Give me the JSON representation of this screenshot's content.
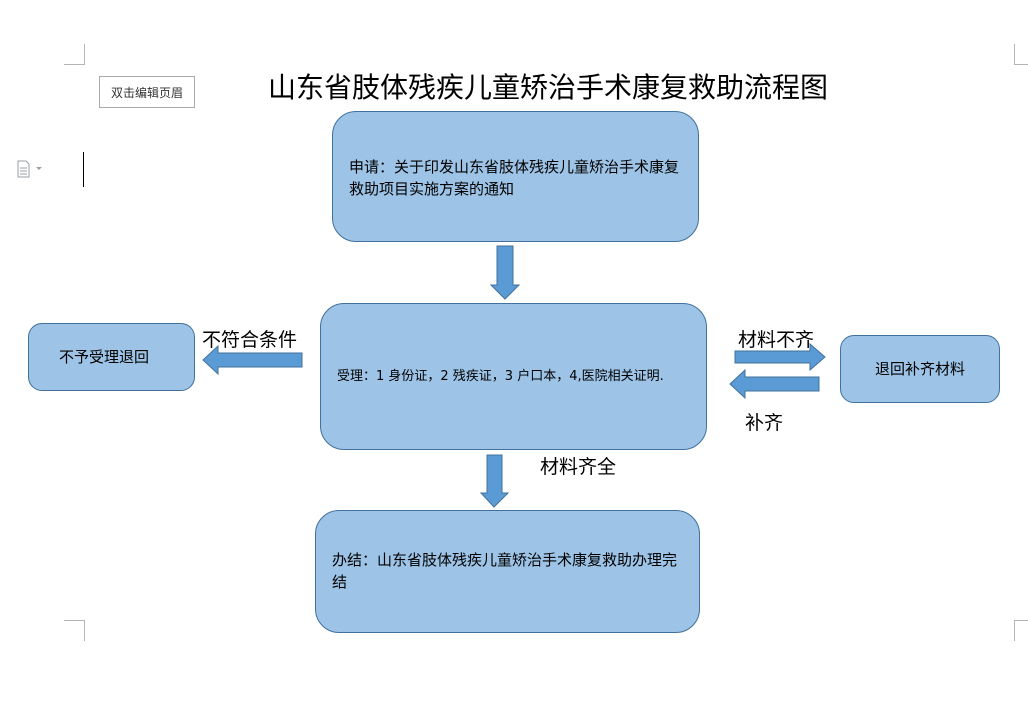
{
  "editor": {
    "header_button_label": "双击编辑页眉",
    "doc_icon": "document-icon"
  },
  "title": "山东省肢体残疾儿童矫治手术康复救助流程图",
  "nodes": {
    "apply": "申请：关于印发山东省肢体残疾儿童矫治手术康复救助项目实施方案的通知",
    "accept": "受理：1 身份证，2 残疾证，3 户口本，4,医院相关证明.",
    "done": "办结：山东省肢体残疾儿童矫治手术康复救助办理完结",
    "reject": "不予受理退回",
    "return": "退回补齐材料"
  },
  "edges": {
    "not_meet": "不符合条件",
    "incomplete": "材料不齐",
    "supplement": "补齐",
    "complete": "材料齐全"
  },
  "colors": {
    "box_fill": "#9dc3e6",
    "box_border": "#41719c",
    "arrow_fill": "#5b9bd5",
    "arrow_border": "#41719c"
  }
}
